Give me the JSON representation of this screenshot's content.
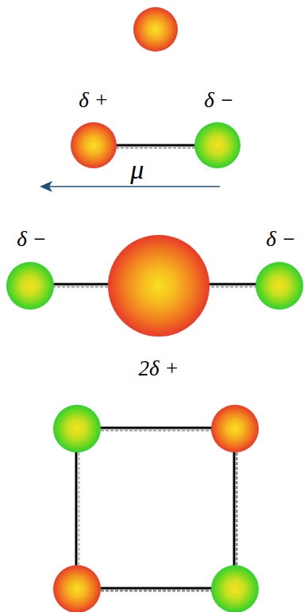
{
  "diagram": {
    "labels": [
      "δ +",
      "δ −",
      "μ⃗",
      "δ −",
      "δ −",
      "2δ +"
    ]
  }
}
